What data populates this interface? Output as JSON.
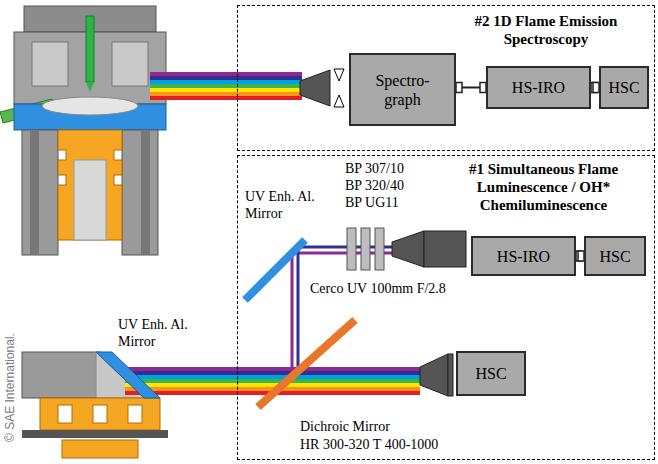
{
  "diagram": {
    "nodes": [
      {
        "text": [
          "#2 1D Flame Emission Spectroscopy"
        ]
      },
      {
        "text": [
          "Spectro- graph"
        ],
        "in": 0
      },
      {
        "text": [
          "HS-IRO"
        ],
        "in": 0
      },
      {
        "text": [
          "HSC"
        ],
        "in": 0
      },
      {
        "text": [
          "#1 Simultaneous Flame Luminescence / OH* Chemiluminescence"
        ]
      },
      {
        "text": [
          "HS-IRO"
        ],
        "in": 4
      },
      {
        "text": [
          "HSC"
        ],
        "in": 4
      },
      {
        "text": [
          "HSC"
        ],
        "in": 4
      }
    ],
    "edges": [
      {
        "from": 1,
        "to": 2,
        "arrow": "none"
      },
      {
        "from": 2,
        "to": 3,
        "arrow": "none"
      },
      {
        "from": 5,
        "to": 6,
        "arrow": "none"
      }
    ],
    "labels": [
      "UV Enh. Al. Mirror",
      "BP 307/10",
      "BP 320/40",
      "BP UG11",
      "Cerco UV 100mm F/2.8",
      "UV Enh. Al. Mirror",
      "Dichroic Mirror",
      "HR 300-320 T 400-1000",
      "© SAE International."
    ]
  }
}
